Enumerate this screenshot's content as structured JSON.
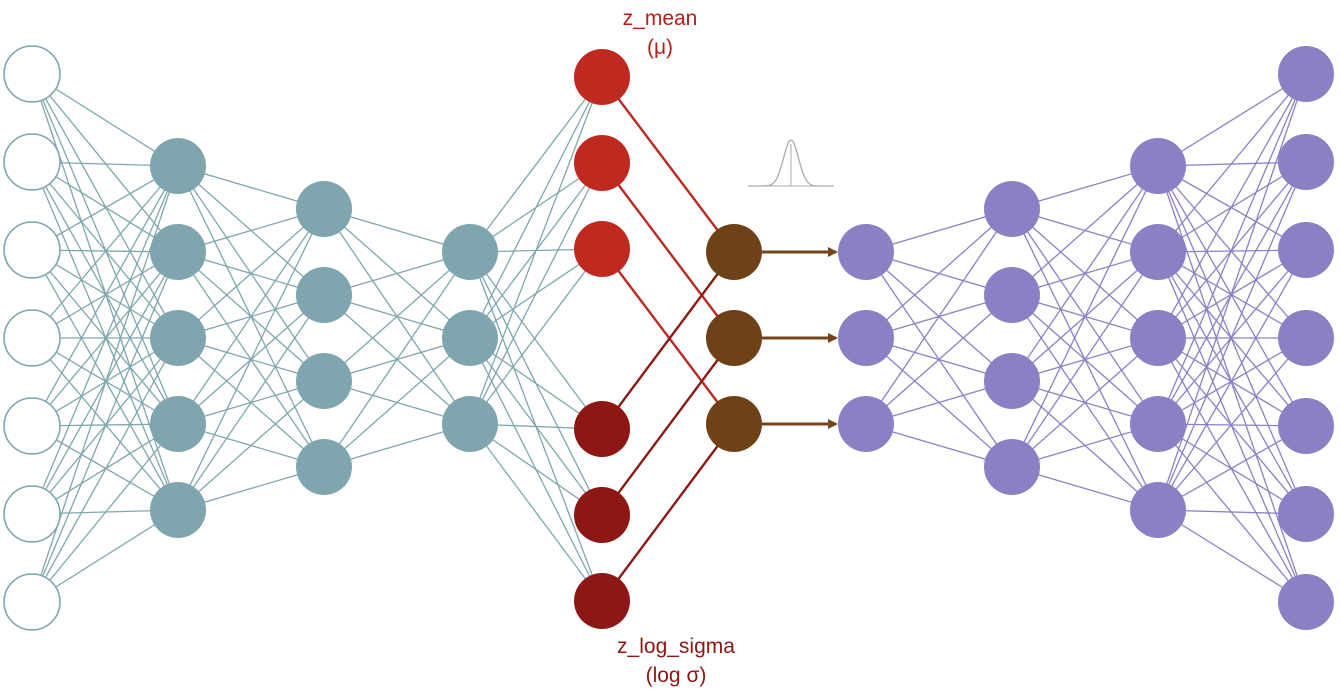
{
  "labels": {
    "z_mean": "z_mean",
    "z_mean_symbol": "(μ)",
    "z_log_sigma": "z_log_sigma",
    "z_log_sigma_symbol": "(log σ)"
  },
  "colors": {
    "encoder": "#7fa6ae",
    "mean_node": "#c0291f",
    "sigma_node": "#8c1714",
    "mean_edge": "#b82a22",
    "sigma_edge": "#8a1a16",
    "sample_node": "#6e4216",
    "arrow": "#76451a",
    "decoder": "#8b80c4",
    "input_stroke": "#7fa6ae",
    "label_mean": "#b3201a",
    "label_sigma": "#8c1714",
    "gaussian": "#aaaaaa"
  },
  "network": {
    "input_nodes": 7,
    "encoder_hidden_nodes": [
      5,
      4,
      3
    ],
    "z_mean_nodes": 3,
    "z_log_sigma_nodes": 3,
    "sampled_z_nodes": 3,
    "decoder_hidden_nodes": [
      3,
      4,
      5
    ],
    "output_nodes": 7,
    "connectivity": "fully-connected",
    "gaussian_prior_icon": "gaussian-curve-icon"
  }
}
